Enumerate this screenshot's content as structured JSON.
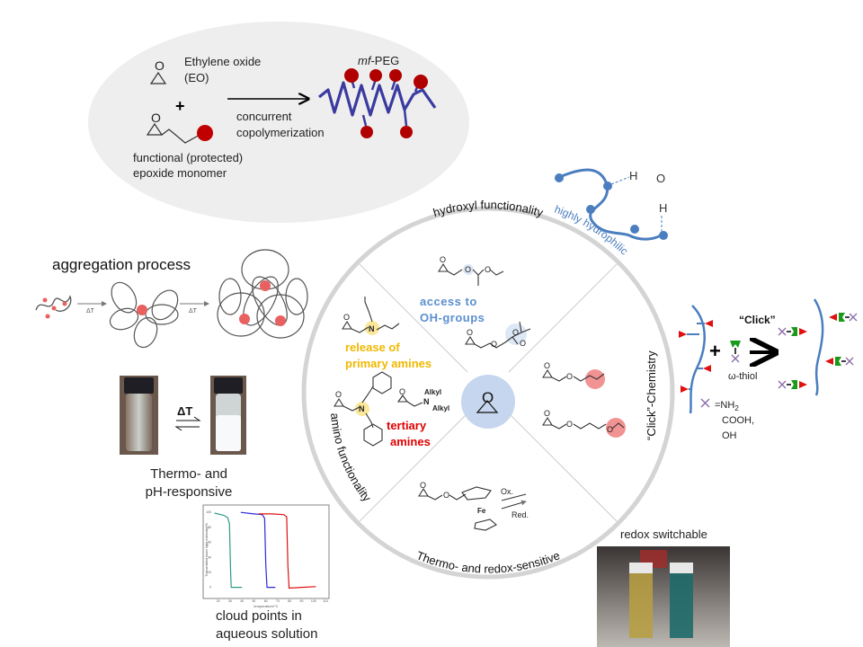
{
  "synthesis": {
    "monomer1_line1": "Ethylene oxide",
    "monomer1_line2": "(EO)",
    "plus": "+",
    "monomer2_line1": "functional (protected)",
    "monomer2_line2": "epoxide monomer",
    "arrow_line1": "concurrent",
    "arrow_line2": "copolymerization",
    "product_italic": "mf",
    "product_rest": "-PEG",
    "epoxide_o": "O"
  },
  "hydrophilic": {
    "label": "highly hydrophilic",
    "water_h1": "H",
    "water_o": "O",
    "water_h2": "H",
    "color": "#4a7ebf"
  },
  "wheel": {
    "top_label": "hydroxyl functionality",
    "right_label": "“Click”-Chemistry",
    "bottom_label": "Thermo- and redox-sensitive",
    "left_label": "amino functionality",
    "center_o": "O",
    "hydroxyl_note_line1": "access to",
    "hydroxyl_note_line2": "OH-groups",
    "amine_note1_line1": "release of",
    "amine_note1_line2": "primary amines",
    "amine_note2_line1": "tertiary",
    "amine_note2_line2": "amines",
    "alkyl1": "Alkyl",
    "alkyl2": "Alkyl",
    "n_label": "N",
    "fe_label": "Fe",
    "ox_label": "Ox.",
    "red_label": "Red.",
    "o_atom": "O",
    "colors": {
      "hydroxyl": "#5b8ed0",
      "primary_amine": "#f0b800",
      "tertiary_amine": "#e00000",
      "center": "#c5d6ee"
    }
  },
  "aggregation": {
    "title": "aggregation process",
    "step_label1": "ΔT",
    "step_label2": "ΔT"
  },
  "vials": {
    "delta_t": "ΔT",
    "caption_line1": "Thermo- and",
    "caption_line2": "pH-responsive"
  },
  "cloud_points": {
    "caption_line1": "cloud points in",
    "caption_line2": "aqueous solution",
    "chart_data": {
      "type": "line",
      "xlabel": "temperature/°C",
      "ylabel": "Transmitted laser light intensity/%",
      "xlim": [
        15,
        110
      ],
      "ylim": [
        -10,
        105
      ],
      "x_ticks": [
        "20",
        "30",
        "40",
        "50",
        "60",
        "70",
        "80",
        "90",
        "100",
        "110"
      ],
      "y_ticks": [
        "0",
        "20",
        "40",
        "60",
        "80",
        "100"
      ],
      "series": [
        {
          "color": "#2e9a86",
          "x": [
            17,
            25,
            28,
            29.5,
            30.5,
            31,
            35,
            40
          ],
          "y": [
            99,
            96,
            93,
            85,
            20,
            0,
            0,
            0
          ]
        },
        {
          "color": "#2a2ad8",
          "x": [
            39,
            50,
            57,
            59,
            60,
            61,
            65,
            68
          ],
          "y": [
            100,
            98,
            97,
            92,
            30,
            0,
            0,
            0
          ]
        },
        {
          "color": "#e01010",
          "x": [
            54,
            65,
            75,
            77.5,
            78.5,
            79.5,
            90,
            102
          ],
          "y": [
            98,
            98,
            97,
            94,
            30,
            -1,
            0,
            1
          ]
        }
      ]
    }
  },
  "click": {
    "title": "“Click”",
    "plus": "+",
    "thiol_label": "ω-thiol",
    "legend_eq": "=NH",
    "legend_sub": "2",
    "legend_line2": "COOH,",
    "legend_line3": "OH"
  },
  "redox": {
    "caption": "redox switchable"
  }
}
